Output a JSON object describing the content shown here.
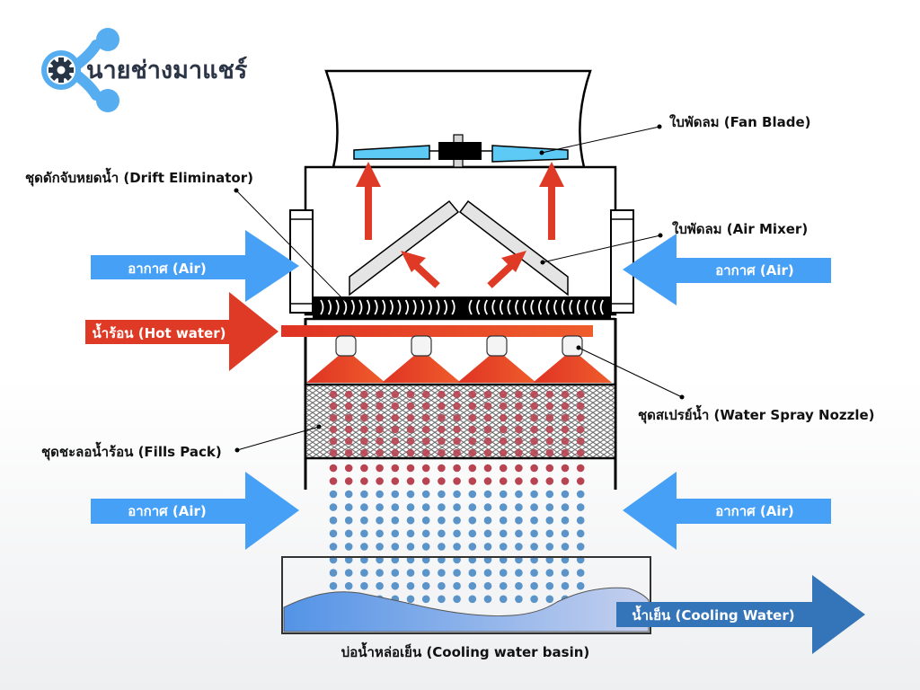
{
  "logo": {
    "name": "นายช่างมาแชร์",
    "icon": "gear-molecule-icon",
    "colors": {
      "molecule": "#56aef0",
      "gear": "#263445"
    }
  },
  "callouts": {
    "fan_blade": "ใบพัดลม (Fan Blade)",
    "drift_eliminator": "ชุดดักจับหยดน้ำ (Drift Eliminator)",
    "air_mixer": "ใบพัดลม (Air Mixer)",
    "spray_nozzle": "ชุดสเปรย์น้ำ (Water Spray Nozzle)",
    "fills_pack": "ชุดชะลอน้ำร้อน (Fills Pack)",
    "basin": "บ่อน้ำหล่อเย็น (Cooling water basin)"
  },
  "flows": {
    "air_upper_left": "อากาศ (Air)",
    "air_upper_right": "อากาศ (Air)",
    "air_lower_left": "อากาศ (Air)",
    "air_lower_right": "อากาศ (Air)",
    "hot_water": "น้ำร้อน (Hot water)",
    "cooling_water": "น้ำเย็น (Cooling Water)"
  },
  "components": {
    "nozzle_count": 4,
    "droplet_columns": 17,
    "fill_red_rows": 6,
    "fall_red_rows": 2,
    "fall_blue_rows": 9
  },
  "colors": {
    "air": "#46a0f5",
    "hot": "#df3a25",
    "hot_light": "#ee5a2c",
    "cool_arrow": "#3474b9",
    "drop_red": "#b84452",
    "drop_blue": "#5b94c8",
    "blade": "#5ccaf5",
    "mixer": "#e4e4e4",
    "water_dark": "#5796e4",
    "water_light": "#c1cdec"
  }
}
